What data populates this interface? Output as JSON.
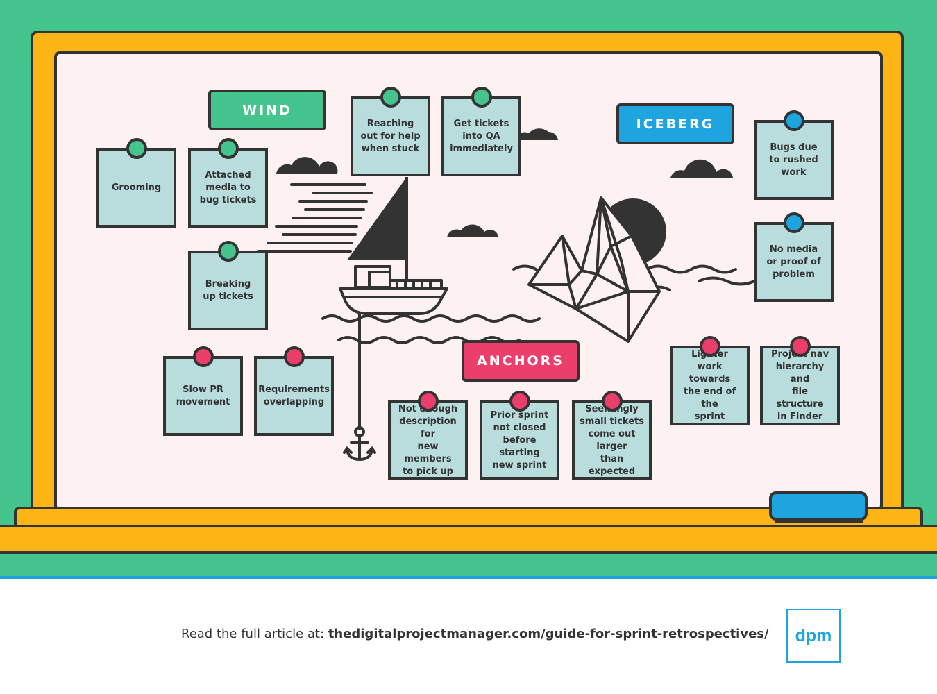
{
  "categories": {
    "wind": "WIND",
    "iceberg": "ICEBERG",
    "anchors": "ANCHORS"
  },
  "wind_notes": [
    "Grooming",
    "Attached\nmedia to\nbug tickets",
    "Breaking\nup tickets",
    "Reaching\nout for help\nwhen stuck",
    "Get tickets\ninto QA\nimmediately"
  ],
  "iceberg_notes": [
    "Bugs due\nto rushed\nwork",
    "No media\nor proof of\nproblem",
    "Lighter\nwork towards\nthe end of the\nsprint",
    "Project nav\nhierarchy and\nfile structure\nin Finder"
  ],
  "anchor_notes": [
    "Slow PR\nmovement",
    "Requirements\noverlapping",
    "Not enough\ndescription for\nnew members\nto pick up",
    "Prior sprint\nnot closed\nbefore starting\nnew sprint",
    "Seemingly\nsmall tickets\ncome out larger\nthan expected"
  ],
  "footer": {
    "prefix": "Read the full article at: ",
    "url": "thedigitalprojectmanager.com/guide-for-sprint-retrospectives/"
  },
  "logo": {
    "text": "dpm"
  },
  "colors": {
    "wall": "#45c48e",
    "frame": "#fdb515",
    "board": "#fdf2f1",
    "sticky": "#b9dcdd",
    "outline": "#333333",
    "wind_pin": "#45c48e",
    "iceberg_pin": "#1ea5e0",
    "anchor_pin": "#ec3e6b"
  },
  "icons": [
    "cloud-icon",
    "sailboat-icon",
    "iceberg-icon",
    "sun-icon",
    "anchor-icon",
    "wave-icon",
    "wind-lines-icon"
  ]
}
